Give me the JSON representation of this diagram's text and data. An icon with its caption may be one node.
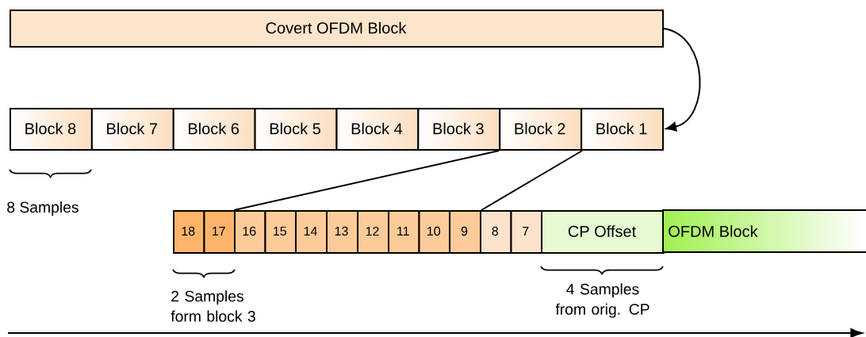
{
  "diagram": {
    "nodes": [
      {
        "text": [
          "Covert OFDM Block"
        ]
      },
      {
        "text": [
          "Block 8"
        ]
      },
      {
        "text": [
          "Block 7"
        ]
      },
      {
        "text": [
          "Block 6"
        ]
      },
      {
        "text": [
          "Block 5"
        ]
      },
      {
        "text": [
          "Block 4"
        ]
      },
      {
        "text": [
          "Block 3"
        ]
      },
      {
        "text": [
          "Block 2"
        ]
      },
      {
        "text": [
          "Block 1"
        ]
      },
      {
        "text": [
          "18"
        ]
      },
      {
        "text": [
          "17"
        ]
      },
      {
        "text": [
          "16"
        ]
      },
      {
        "text": [
          "15"
        ]
      },
      {
        "text": [
          "14"
        ]
      },
      {
        "text": [
          "13"
        ]
      },
      {
        "text": [
          "12"
        ]
      },
      {
        "text": [
          "11"
        ]
      },
      {
        "text": [
          "10"
        ]
      },
      {
        "text": [
          "9"
        ]
      },
      {
        "text": [
          "8"
        ]
      },
      {
        "text": [
          "7"
        ]
      },
      {
        "text": [
          "CP Offset"
        ]
      },
      {
        "text": [
          "OFDM Block"
        ]
      }
    ],
    "edges": [
      {
        "from": 0,
        "to": 8,
        "arrow": "to"
      },
      {
        "from": 7,
        "to": 11,
        "arrow": "none"
      },
      {
        "from": 7,
        "to": 18,
        "arrow": "none"
      }
    ],
    "labels": [
      "8 Samples",
      "2 Samples form block 3",
      "4 Samples from orig. CP"
    ]
  }
}
